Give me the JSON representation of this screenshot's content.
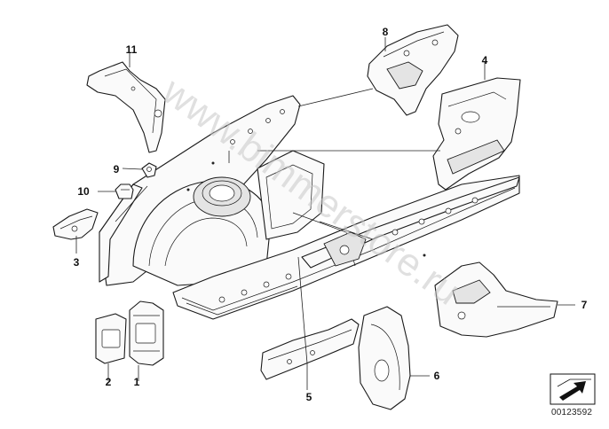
{
  "watermark": "www.bimmerstore.ru",
  "catalog_number": "00123592",
  "parts": [
    {
      "id": "part-1",
      "label": "1"
    },
    {
      "id": "part-2",
      "label": "2"
    },
    {
      "id": "part-3",
      "label": "3"
    },
    {
      "id": "part-4",
      "label": "4"
    },
    {
      "id": "part-5",
      "label": "5"
    },
    {
      "id": "part-6",
      "label": "6"
    },
    {
      "id": "part-7",
      "label": "7"
    },
    {
      "id": "part-8",
      "label": "8"
    },
    {
      "id": "part-9",
      "label": "9"
    },
    {
      "id": "part-10",
      "label": "10"
    },
    {
      "id": "part-11",
      "label": "11"
    }
  ],
  "icons": {
    "direction": "arrow-direction-icon"
  },
  "colors": {
    "line": "#1a1a1a",
    "background": "#ffffff",
    "watermark": "#c8c8c8"
  }
}
